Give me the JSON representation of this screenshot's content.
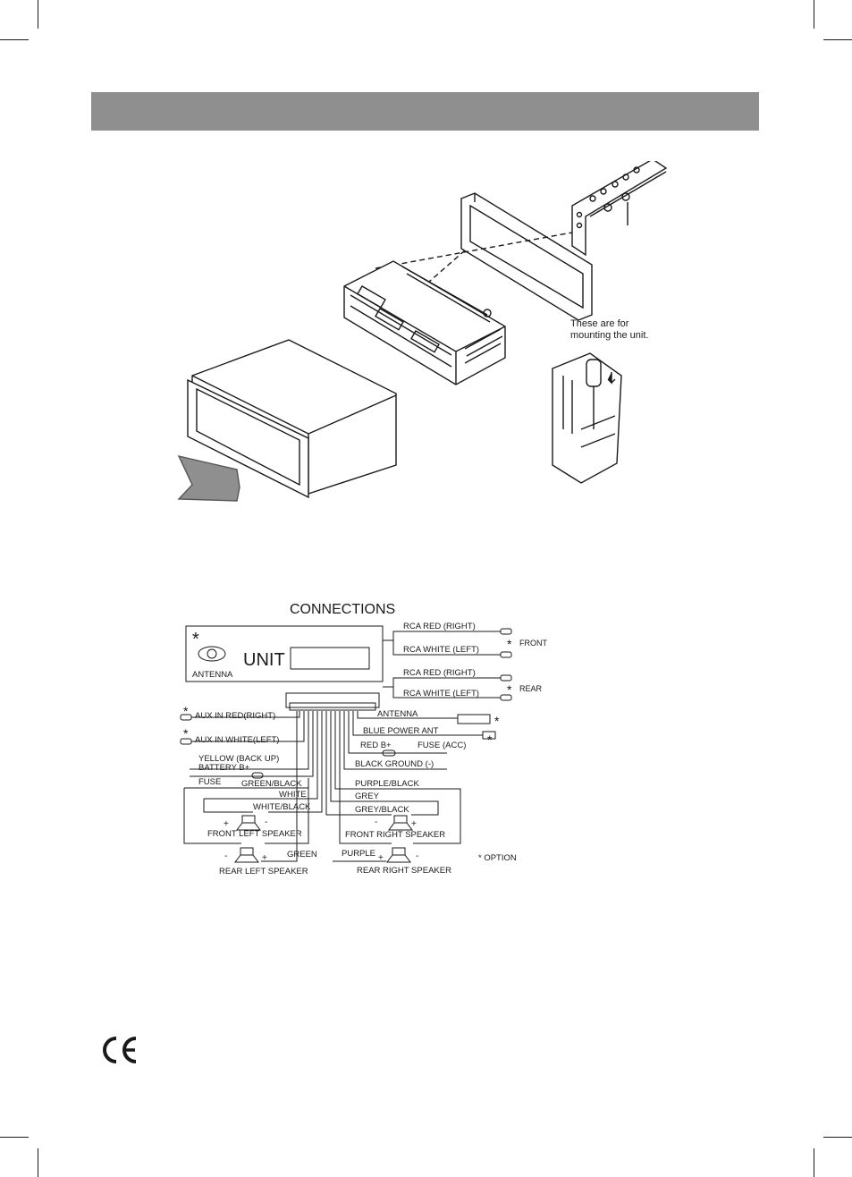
{
  "mount_note": {
    "line1": "These are for",
    "line2": "mounting the unit."
  },
  "connections": {
    "title": "CONNECTIONS",
    "unit": {
      "label": "UNIT",
      "antenna": "ANTENNA",
      "star": "*"
    },
    "rca": {
      "front_red": "RCA RED (RIGHT)",
      "front_white": "RCA WHITE (LEFT)",
      "front_label": "FRONT",
      "rear_red": "RCA RED (RIGHT)",
      "rear_white": "RCA WHITE (LEFT)",
      "rear_label": "REAR",
      "star": "*"
    },
    "left_wires": {
      "aux_red": "AUX IN RED(RIGHT)",
      "aux_white": "AUX IN WHITE(LEFT)",
      "yellow": "YELLOW (BACK UP)",
      "battery": "BATTERY B+",
      "fuse": "FUSE",
      "green_black": "GREEN/BLACK",
      "white": "WHITE",
      "white_black": "WHITE/BLACK",
      "green": "GREEN"
    },
    "right_wires": {
      "antenna": "ANTENNA",
      "blue": "BLUE POWER ANT",
      "red": "RED B+",
      "fuse_acc": "FUSE (ACC)",
      "black": "BLACK GROUND (-)",
      "purple_black": "PURPLE/BLACK",
      "grey": "GREY",
      "grey_black": "GREY/BLACK",
      "purple": "PURPLE"
    },
    "speakers": {
      "front_left": "FRONT LEFT SPEAKER",
      "front_right": "FRONT RIGHT SPEAKER",
      "rear_left": "REAR LEFT SPEAKER",
      "rear_right": "REAR RIGHT SPEAKER",
      "plus": "+",
      "minus": "-"
    },
    "option_note": "* OPTION"
  },
  "marks": {
    "ce": "CE"
  },
  "colors": {
    "header_bar": "#8f8f8f",
    "line": "#1a1a1a"
  }
}
